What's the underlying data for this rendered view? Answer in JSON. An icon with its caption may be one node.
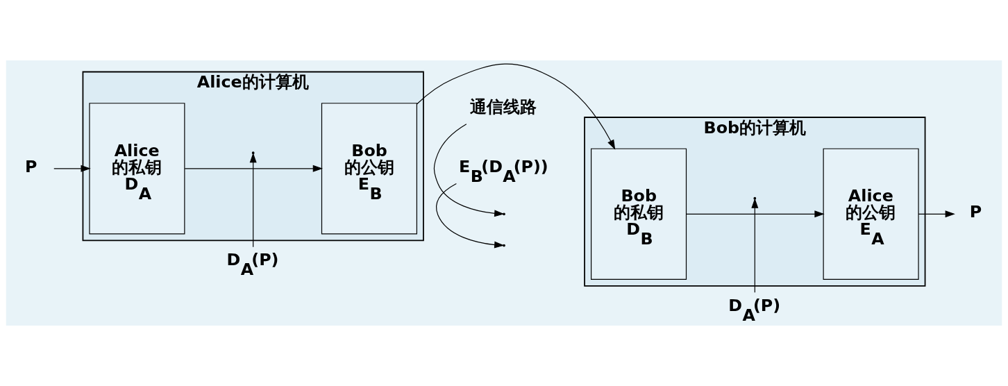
{
  "diagram": {
    "nodes": [
      {
        "text": [
          "Alice的计算机"
        ]
      },
      {
        "text": [
          "Alice",
          "的私钥",
          "D$_{A}$"
        ],
        "in": 0
      },
      {
        "text": [
          "Bob",
          "的公钥",
          "E$_{B}$"
        ],
        "in": 0
      },
      {
        "text": [
          "Bob的计算机"
        ]
      },
      {
        "text": [
          "Bob",
          "的私钥",
          "D$_{B}$"
        ],
        "in": 3
      },
      {
        "text": [
          "Alice",
          "的公钥",
          "E$_{A}$"
        ],
        "in": 3
      },
      {
        "text": [
          "P"
        ]
      },
      {
        "text": [
          "P"
        ]
      },
      {
        "text": [
          "通信线路"
        ]
      },
      {
        "text": [
          "D$_{A}$(P)"
        ]
      },
      {
        "text": [
          "E$_{B}$(D$_{A}$(P))"
        ]
      },
      {
        "text": [
          "D$_{A}$(P)"
        ]
      }
    ],
    "edges": [
      {
        "from": 6,
        "to": 1,
        "arrow": "to"
      },
      {
        "from": 1,
        "to": 2,
        "arrow": "to"
      },
      {
        "from": 2,
        "to": 4,
        "arrow": "to"
      },
      {
        "from": 4,
        "to": 5,
        "arrow": "to"
      },
      {
        "from": 5,
        "to": 7,
        "arrow": "to"
      },
      {
        "from": 9,
        "to": null,
        "arrow": "to"
      },
      {
        "from": 8,
        "to": null,
        "arrow": "to"
      },
      {
        "from": 10,
        "to": null,
        "arrow": "to"
      },
      {
        "from": 11,
        "to": null,
        "arrow": "to"
      }
    ]
  }
}
